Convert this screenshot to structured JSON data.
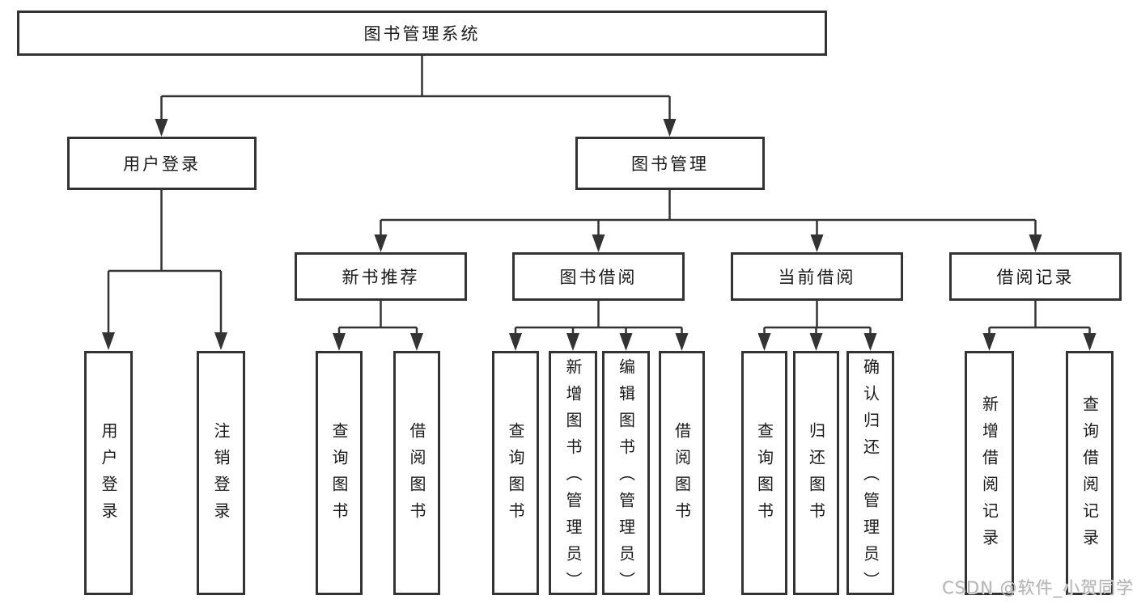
{
  "colors": {
    "line": "#333333",
    "box_border": "#333333",
    "box_background": "#ffffff",
    "text": "#1a1a1a",
    "watermark": "#b5b5b5"
  },
  "diagram": {
    "root": {
      "label": "图书管理系统"
    },
    "level2": [
      {
        "label": "用户登录"
      },
      {
        "label": "图书管理"
      }
    ],
    "level3": [
      {
        "label": "新书推荐"
      },
      {
        "label": "图书借阅"
      },
      {
        "label": "当前借阅"
      },
      {
        "label": "借阅记录"
      }
    ],
    "leaves": [
      {
        "label": "用户登录"
      },
      {
        "label": "注销登录"
      },
      {
        "label": "查询图书"
      },
      {
        "label": "借阅图书"
      },
      {
        "label": "查询图书"
      },
      {
        "label": "新增图书（管理员）"
      },
      {
        "label": "编辑图书（管理员）"
      },
      {
        "label": "借阅图书"
      },
      {
        "label": "查询图书"
      },
      {
        "label": "归还图书"
      },
      {
        "label": "确认归还（管理员）"
      },
      {
        "label": "新增借阅记录"
      },
      {
        "label": "查询借阅记录"
      }
    ]
  },
  "watermark": {
    "text": "CSDN @软件_小贺同学"
  }
}
